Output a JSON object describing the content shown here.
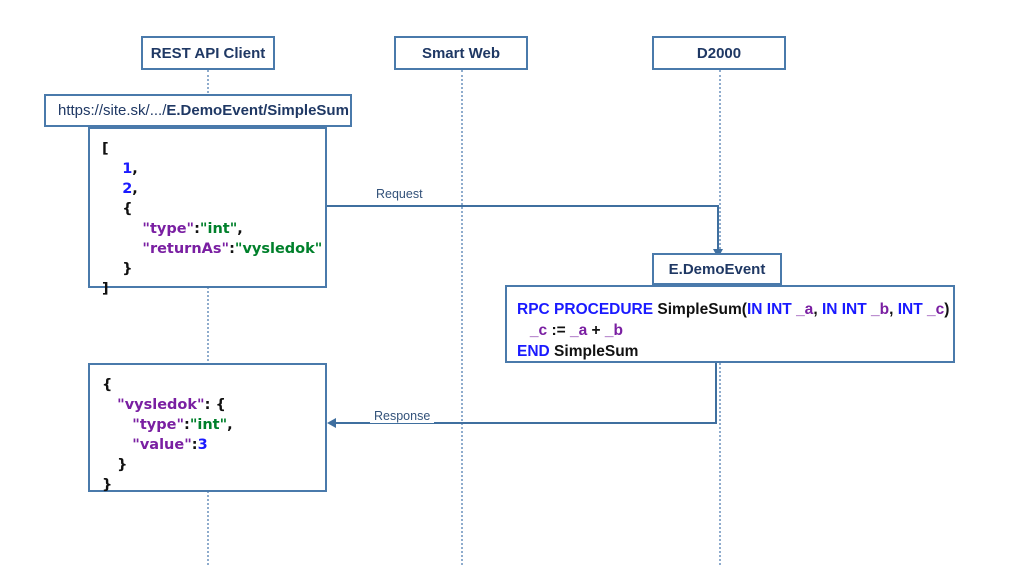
{
  "diagram": {
    "title": "REST API request/response sequence",
    "colors": {
      "box_border": "#4a7aab",
      "header_text": "#1f3864",
      "lifeline": "#8faccd",
      "arrow": "#3f6f9f",
      "json_key": "#7a1fa2",
      "json_string": "#00802b",
      "json_number": "#1a1aff",
      "keyword": "#1a1aff",
      "identifier": "#7a1fa2"
    }
  },
  "participants": [
    {
      "id": "rest-api-client",
      "label": "REST API Client"
    },
    {
      "id": "smart-web",
      "label": "Smart Web"
    },
    {
      "id": "d2000",
      "label": "D2000"
    }
  ],
  "url_bar": {
    "prefix": "https://site.sk/.../",
    "path": "E.DemoEvent/SimpleSum"
  },
  "request_body": {
    "lines": [
      [
        {
          "t": "[",
          "c": "punct"
        }
      ],
      [
        {
          "t": "    ",
          "c": "punct"
        },
        {
          "t": "1",
          "c": "json-num"
        },
        {
          "t": ",",
          "c": "punct"
        }
      ],
      [
        {
          "t": "    ",
          "c": "punct"
        },
        {
          "t": "2",
          "c": "json-num"
        },
        {
          "t": ",",
          "c": "punct"
        }
      ],
      [
        {
          "t": "    {",
          "c": "punct"
        }
      ],
      [
        {
          "t": "        ",
          "c": "punct"
        },
        {
          "t": "\"type\"",
          "c": "json-key"
        },
        {
          "t": ":",
          "c": "punct"
        },
        {
          "t": "\"int\"",
          "c": "json-str"
        },
        {
          "t": ",",
          "c": "punct"
        }
      ],
      [
        {
          "t": "        ",
          "c": "punct"
        },
        {
          "t": "\"returnAs\"",
          "c": "json-key"
        },
        {
          "t": ":",
          "c": "punct"
        },
        {
          "t": "\"vysledok\"",
          "c": "json-str"
        }
      ],
      [
        {
          "t": "    }",
          "c": "punct"
        }
      ],
      [
        {
          "t": "]",
          "c": "punct"
        }
      ]
    ]
  },
  "response_body": {
    "lines": [
      [
        {
          "t": "{",
          "c": "punct"
        }
      ],
      [
        {
          "t": "   ",
          "c": "punct"
        },
        {
          "t": "\"vysledok\"",
          "c": "json-key"
        },
        {
          "t": ": {",
          "c": "punct"
        }
      ],
      [
        {
          "t": "      ",
          "c": "punct"
        },
        {
          "t": "\"type\"",
          "c": "json-key"
        },
        {
          "t": ":",
          "c": "punct"
        },
        {
          "t": "\"int\"",
          "c": "json-str"
        },
        {
          "t": ",",
          "c": "punct"
        }
      ],
      [
        {
          "t": "      ",
          "c": "punct"
        },
        {
          "t": "\"value\"",
          "c": "json-key"
        },
        {
          "t": ":",
          "c": "punct"
        },
        {
          "t": "3",
          "c": "json-num"
        }
      ],
      [
        {
          "t": "   }",
          "c": "punct"
        }
      ],
      [
        {
          "t": "}",
          "c": "punct"
        }
      ]
    ]
  },
  "event_box": {
    "label": "E.DemoEvent"
  },
  "rpc_source": {
    "lines": [
      [
        {
          "t": "RPC PROCEDURE ",
          "c": "kw"
        },
        {
          "t": "SimpleSum(",
          "c": "punct"
        },
        {
          "t": "IN INT ",
          "c": "kw"
        },
        {
          "t": "_a",
          "c": "ident"
        },
        {
          "t": ", ",
          "c": "punct"
        },
        {
          "t": "IN INT ",
          "c": "kw"
        },
        {
          "t": "_b",
          "c": "ident"
        },
        {
          "t": ", ",
          "c": "punct"
        },
        {
          "t": "INT ",
          "c": "kw"
        },
        {
          "t": "_c",
          "c": "ident"
        },
        {
          "t": ")",
          "c": "punct"
        }
      ],
      [
        {
          "t": "   ",
          "c": "punct"
        },
        {
          "t": "_c",
          "c": "ident"
        },
        {
          "t": " := ",
          "c": "punct"
        },
        {
          "t": "_a",
          "c": "ident"
        },
        {
          "t": " + ",
          "c": "punct"
        },
        {
          "t": "_b",
          "c": "ident"
        }
      ],
      [
        {
          "t": "END ",
          "c": "kw"
        },
        {
          "t": "SimpleSum",
          "c": "punct"
        }
      ]
    ]
  },
  "messages": [
    {
      "id": "request",
      "label": "Request"
    },
    {
      "id": "response",
      "label": "Response"
    }
  ]
}
